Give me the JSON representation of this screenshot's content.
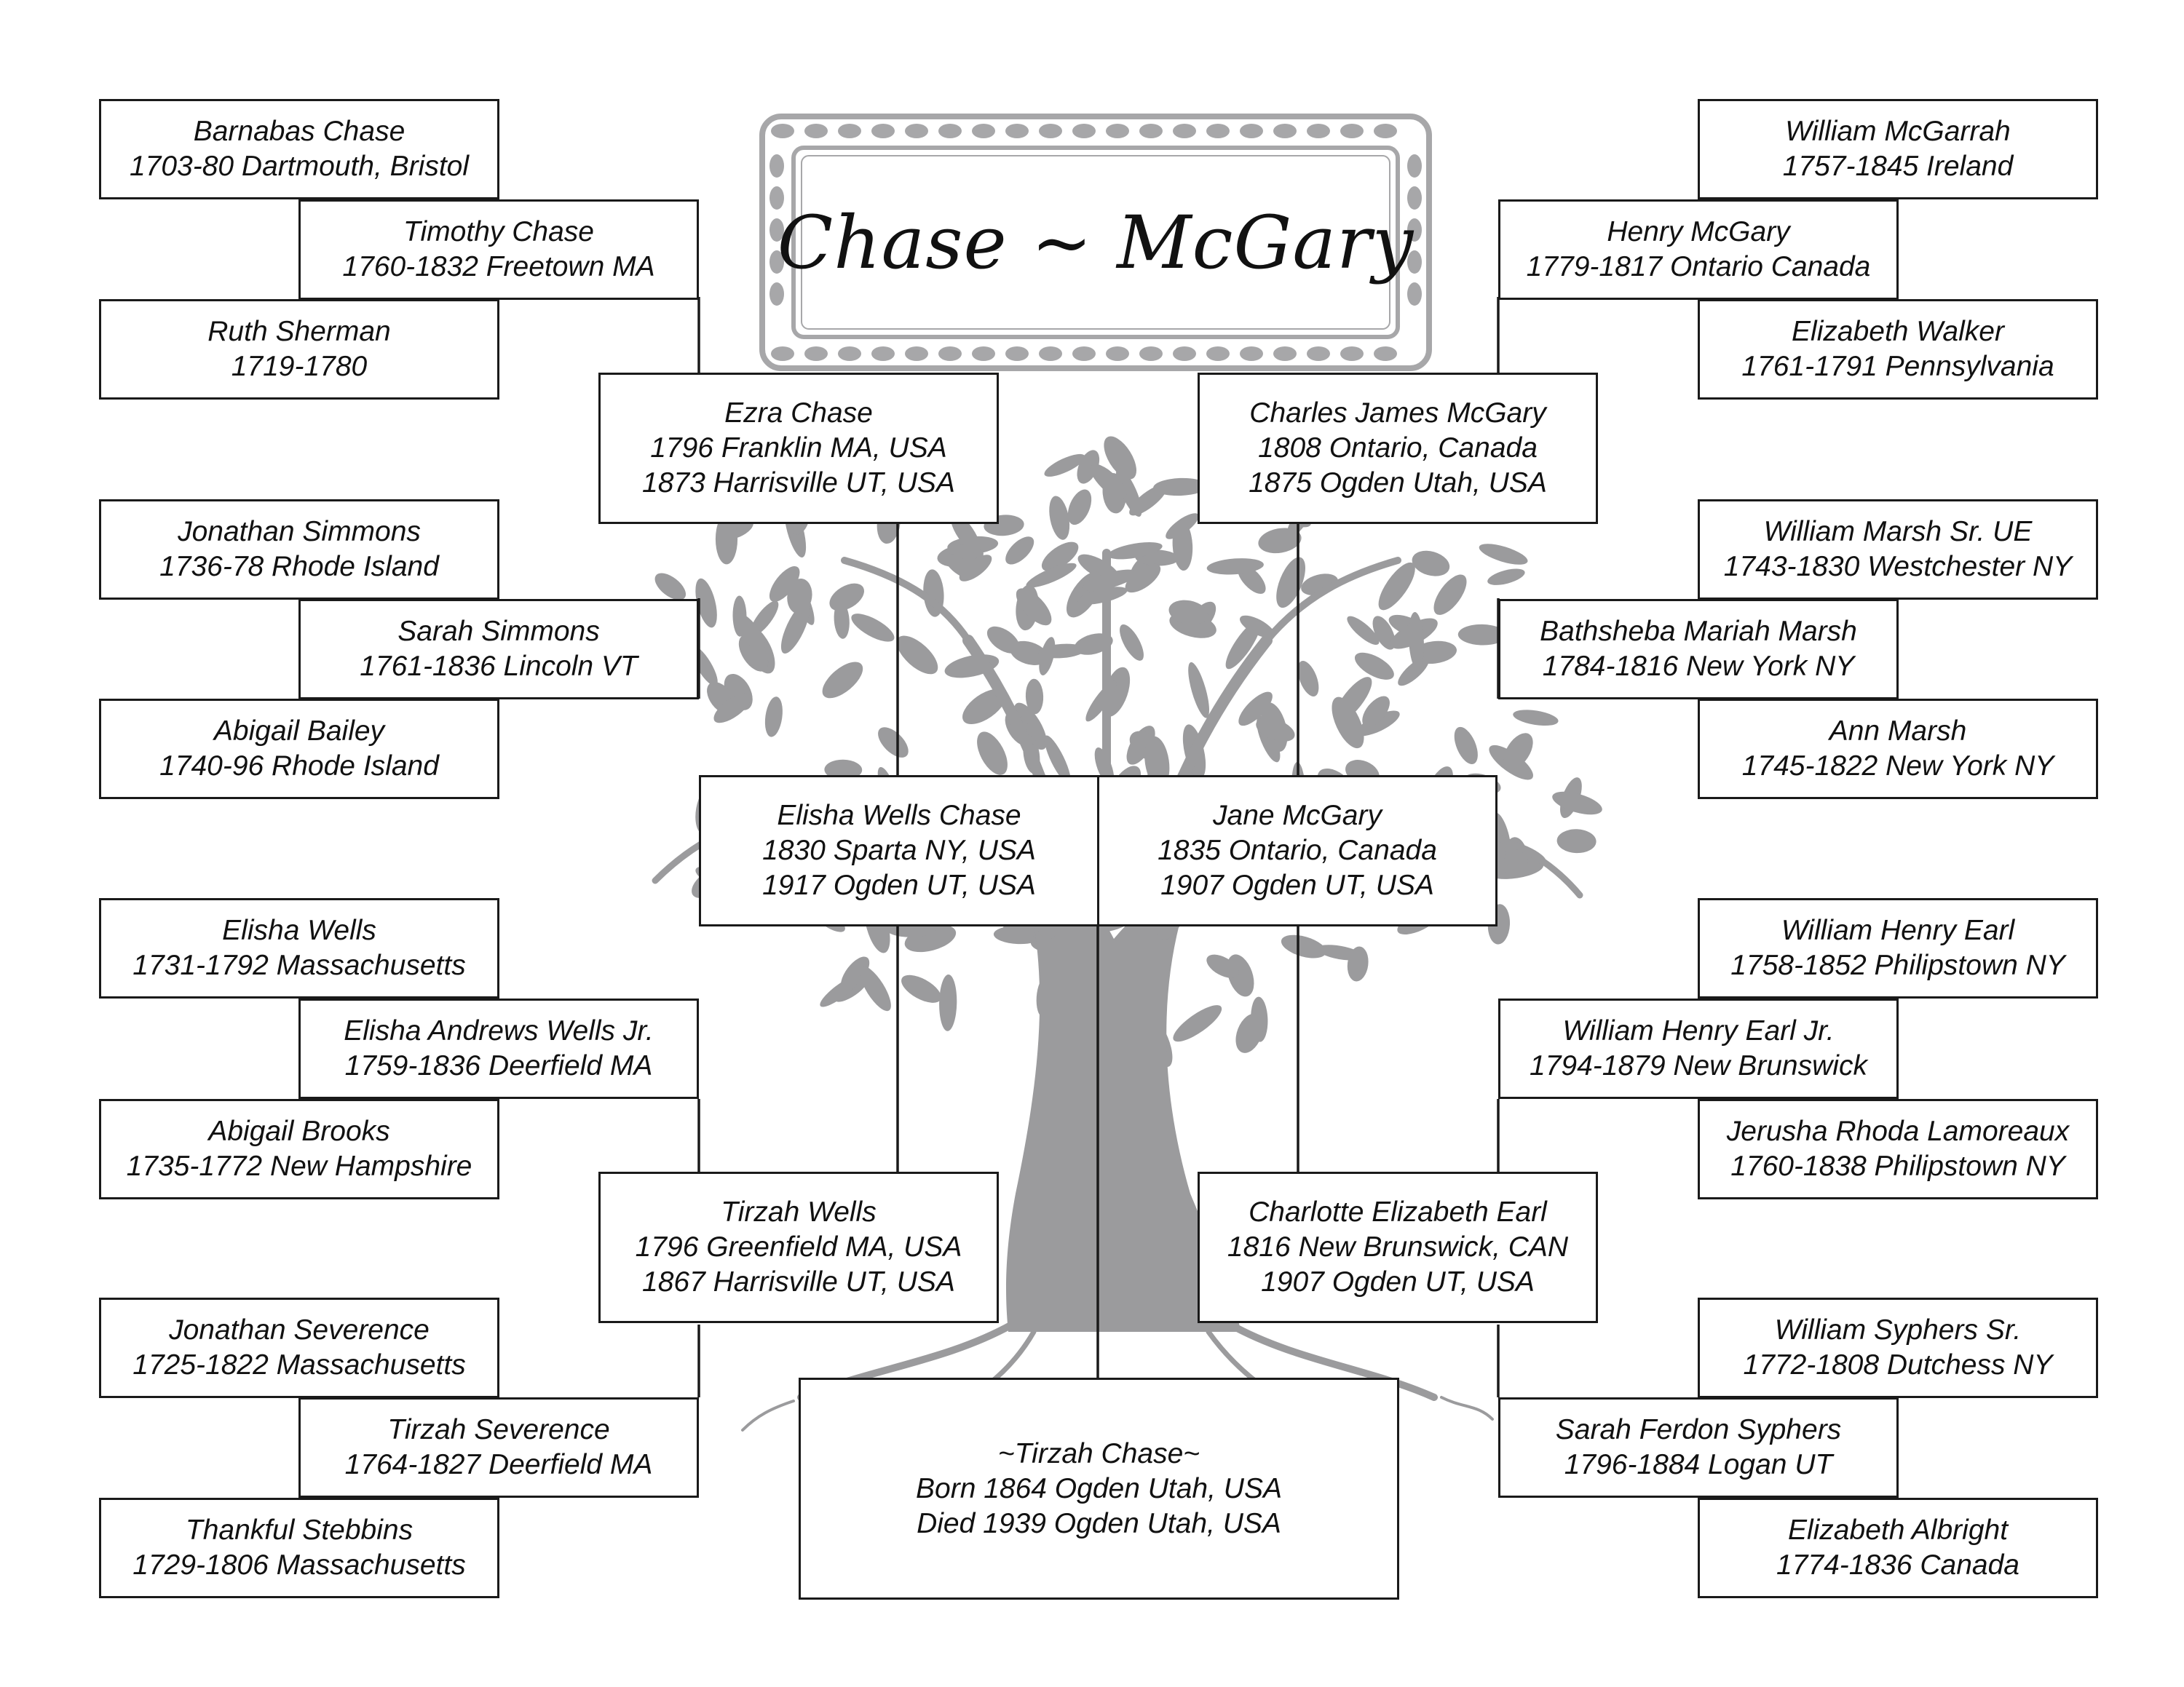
{
  "title": "Chase ~ McGary",
  "colors": {
    "tree": "#9b9b9d",
    "frame": "#a7a7a9",
    "border": "#1a1a1a",
    "line": "#1a1a1a"
  },
  "root": {
    "lines": [
      "~Tirzah Chase~",
      "Born 1864 Ogden Utah, USA",
      "Died 1939 Ogden Utah, USA"
    ]
  },
  "parents": {
    "father": {
      "lines": [
        "Elisha Wells Chase",
        "1830 Sparta NY, USA",
        "1917 Ogden UT, USA"
      ]
    },
    "mother": {
      "lines": [
        "Jane McGary",
        "1835 Ontario, Canada",
        "1907 Ogden UT, USA"
      ]
    }
  },
  "grandparents": {
    "ezra": {
      "lines": [
        "Ezra Chase",
        "1796 Franklin MA, USA",
        "1873 Harrisville UT, USA"
      ]
    },
    "tirzah_wells": {
      "lines": [
        "Tirzah Wells",
        "1796 Greenfield MA, USA",
        "1867 Harrisville UT, USA"
      ]
    },
    "charles": {
      "lines": [
        "Charles James McGary",
        "1808 Ontario, Canada",
        "1875 Ogden Utah, USA"
      ]
    },
    "charlotte": {
      "lines": [
        "Charlotte Elizabeth Earl",
        "1816 New Brunswick, CAN",
        "1907 Ogden UT, USA"
      ]
    }
  },
  "great_grandparents": {
    "timothy": {
      "lines": [
        "Timothy Chase",
        "1760-1832 Freetown MA"
      ]
    },
    "sarah_simmons": {
      "lines": [
        "Sarah Simmons",
        "1761-1836 Lincoln VT"
      ]
    },
    "elisha_andrews": {
      "lines": [
        "Elisha Andrews Wells Jr.",
        "1759-1836 Deerfield MA"
      ]
    },
    "tirzah_severence": {
      "lines": [
        "Tirzah Severence",
        "1764-1827 Deerfield MA"
      ]
    },
    "henry": {
      "lines": [
        "Henry McGary",
        "1779-1817 Ontario Canada"
      ]
    },
    "bathsheba": {
      "lines": [
        "Bathsheba Mariah Marsh",
        "1784-1816 New York NY"
      ]
    },
    "whe_jr": {
      "lines": [
        "William Henry Earl Jr.",
        "1794-1879 New Brunswick"
      ]
    },
    "sarah_syphers": {
      "lines": [
        "Sarah Ferdon Syphers",
        "1796-1884 Logan UT"
      ]
    }
  },
  "gg_grandparents": {
    "barnabas": {
      "lines": [
        "Barnabas Chase",
        "1703-80 Dartmouth, Bristol"
      ]
    },
    "ruth": {
      "lines": [
        "Ruth Sherman",
        "1719-1780"
      ]
    },
    "jonathan_simmons": {
      "lines": [
        "Jonathan Simmons",
        "1736-78  Rhode Island"
      ]
    },
    "abigail_bailey": {
      "lines": [
        "Abigail Bailey",
        "1740-96 Rhode Island"
      ]
    },
    "elisha_wells": {
      "lines": [
        "Elisha Wells",
        "1731-1792 Massachusetts"
      ]
    },
    "abigail_brooks": {
      "lines": [
        "Abigail Brooks",
        "1735-1772 New Hampshire"
      ]
    },
    "jonathan_severence": {
      "lines": [
        "Jonathan Severence",
        "1725-1822 Massachusetts"
      ]
    },
    "thankful": {
      "lines": [
        "Thankful Stebbins",
        "1729-1806 Massachusetts"
      ]
    },
    "william_mcgarrah": {
      "lines": [
        "William McGarrah",
        "1757-1845 Ireland"
      ]
    },
    "elizabeth_walker": {
      "lines": [
        "Elizabeth Walker",
        "1761-1791 Pennsylvania"
      ]
    },
    "william_marsh": {
      "lines": [
        "William Marsh Sr. UE",
        "1743-1830 Westchester NY"
      ]
    },
    "ann_marsh": {
      "lines": [
        "Ann Marsh",
        "1745-1822 New York NY"
      ]
    },
    "whe_sr": {
      "lines": [
        "William Henry Earl",
        "1758-1852 Philipstown NY"
      ]
    },
    "jerusha": {
      "lines": [
        "Jerusha Rhoda Lamoreaux",
        "1760-1838 Philipstown NY"
      ]
    },
    "william_syphers": {
      "lines": [
        "William Syphers Sr.",
        "1772-1808 Dutchess NY"
      ]
    },
    "elizabeth_albright": {
      "lines": [
        "Elizabeth Albright",
        "1774-1836 Canada"
      ]
    }
  }
}
